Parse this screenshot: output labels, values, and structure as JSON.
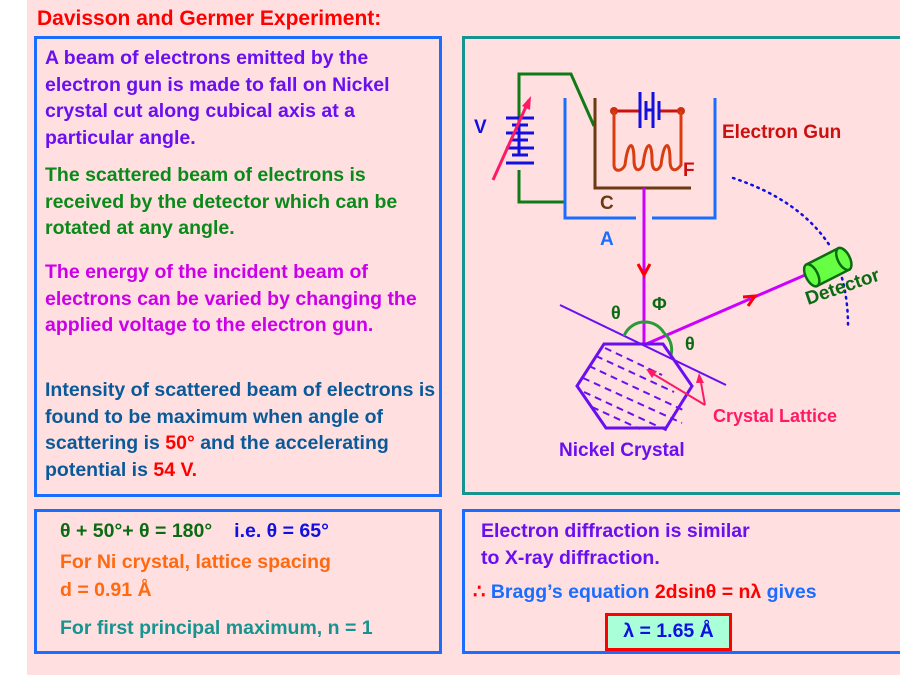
{
  "title": "Davisson and Germer Experiment:",
  "description": {
    "p1": "A beam of electrons emitted by the electron gun is made to fall on Nickel crystal cut along cubical axis at a particular angle.",
    "p2": "The scattered beam of electrons is received by the detector which can be rotated at any angle.",
    "p3": "The energy of the incident beam of electrons can be varied by changing the applied voltage to the electron gun.",
    "p4_pre": "Intensity of scattered beam of electrons is found to be maximum when angle of scattering is ",
    "p4_angle": "50°",
    "p4_mid": " and the accelerating potential is ",
    "p4_voltage": "54 V."
  },
  "diagram": {
    "labels": {
      "voltage": "V",
      "filament": "F",
      "cathode": "C",
      "anode": "A",
      "electron_gun": "Electron Gun",
      "detector": "Detector",
      "theta_left": "θ",
      "phi": "Φ",
      "theta_right": "θ",
      "crystal_lattice": "Crystal Lattice",
      "nickel_crystal": "Nickel Crystal"
    },
    "colors": {
      "beam": "#cc00ff",
      "arrow": "#ff0000",
      "anode": "#1a6dff",
      "cathode": "#6b3a10",
      "circuit": "#117a17",
      "crystal": "#6a0ff0",
      "detector": "#66ff44"
    }
  },
  "calculation": {
    "eq": "θ + 50°+  θ = 180°",
    "ie": "i.e.   θ = 65°",
    "lattice_label": "For Ni crystal, lattice spacing",
    "lattice_value": "d = 0.91 Å",
    "order": "For first principal maximum, n = 1"
  },
  "bragg": {
    "line1": "Electron diffraction is similar",
    "line2": "to X-ray diffraction.",
    "therefore": "∴",
    "prefix": " Bragg’s equation  ",
    "equation": "2dsinθ = nλ",
    "suffix": " gives",
    "result": "λ = 1.65 Å"
  }
}
